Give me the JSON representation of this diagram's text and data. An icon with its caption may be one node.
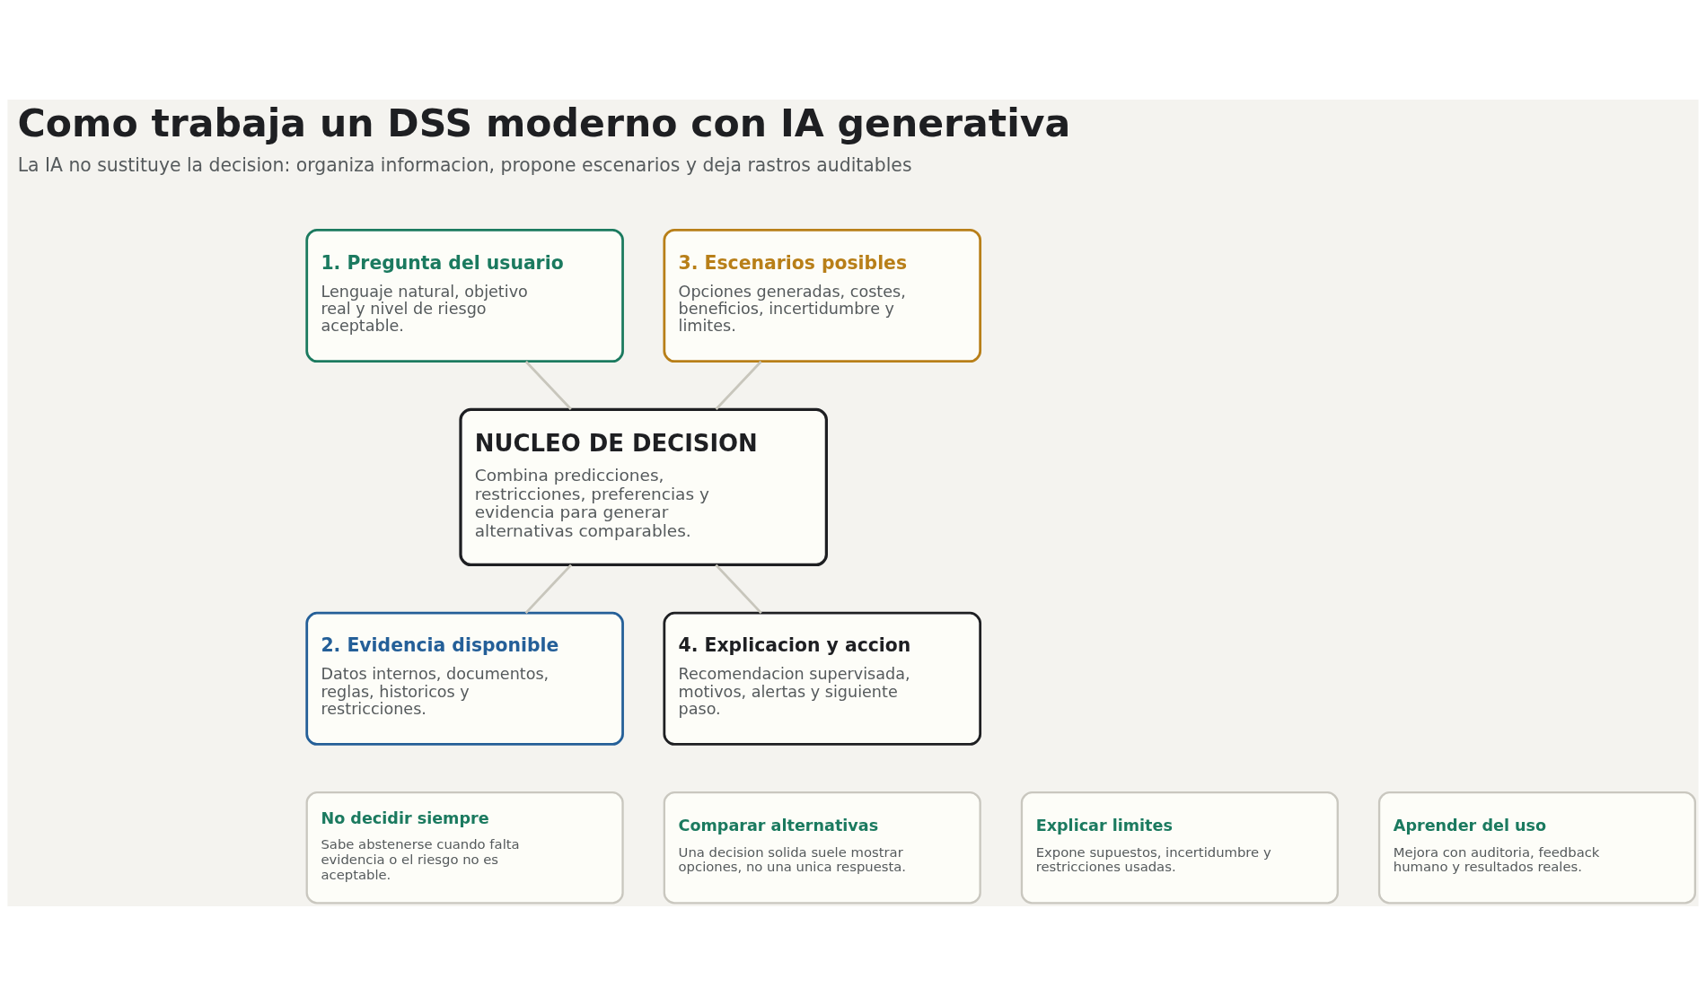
{
  "diagram": {
    "title": "Como trabaja un DSS moderno con IA generativa",
    "nodes": [
      {
        "text": [
          "1. Pregunta del usuario",
          "Lenguaje natural, objetivo real y nivel de riesgo aceptable."
        ]
      },
      {
        "text": [
          "2. Evidencia disponible",
          "Datos internos, documentos, reglas, historicos y restricciones."
        ]
      },
      {
        "text": [
          "NUCLEO DE DECISION",
          "Combina predicciones, restricciones, preferencias y evidencia para generar alternativas comparables."
        ]
      },
      {
        "text": [
          "3. Escenarios posibles",
          "Opciones generadas, costes, beneficios, incertidumbre y limites."
        ]
      },
      {
        "text": [
          "4. Explicacion y accion",
          "Recomendacion supervisada, motivos, alertas y siguiente paso."
        ]
      },
      {
        "text": [
          "No decidir siempre",
          "Sabe abstenerse cuando falta evidencia o el riesgo no es aceptable."
        ]
      },
      {
        "text": [
          "Comparar alternativas",
          "Una decision solida suele mostrar opciones, no una unica respuesta."
        ]
      },
      {
        "text": [
          "Explicar limites",
          "Expone supuestos, incertidumbre y restricciones usadas."
        ]
      },
      {
        "text": [
          "Aprender del uso",
          "Mejora con auditoria, feedback humano y resultados reales."
        ]
      }
    ],
    "edges": [
      {
        "from": 0,
        "to": 2,
        "arrow": "none"
      },
      {
        "from": 1,
        "to": 2,
        "arrow": "none"
      },
      {
        "from": 2,
        "to": 3,
        "arrow": "none"
      },
      {
        "from": 2,
        "to": 4,
        "arrow": "none"
      }
    ],
    "labels": [
      "La IA no sustituye la decision: organiza informacion, propone escenarios y deja rastros auditables"
    ]
  }
}
